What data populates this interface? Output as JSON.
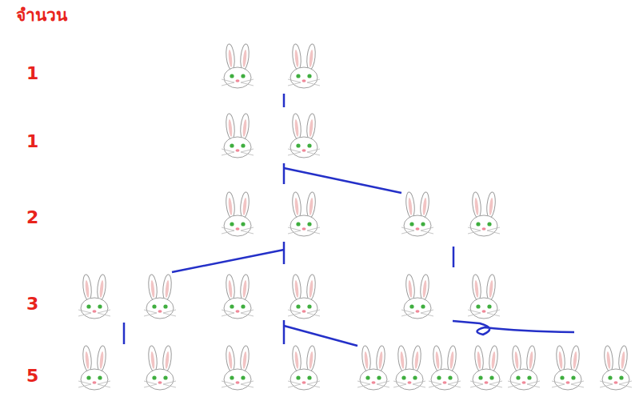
{
  "diagram": {
    "labels": [
      "จำนวน",
      "1",
      "1",
      "2",
      "3",
      "5"
    ]
  }
}
